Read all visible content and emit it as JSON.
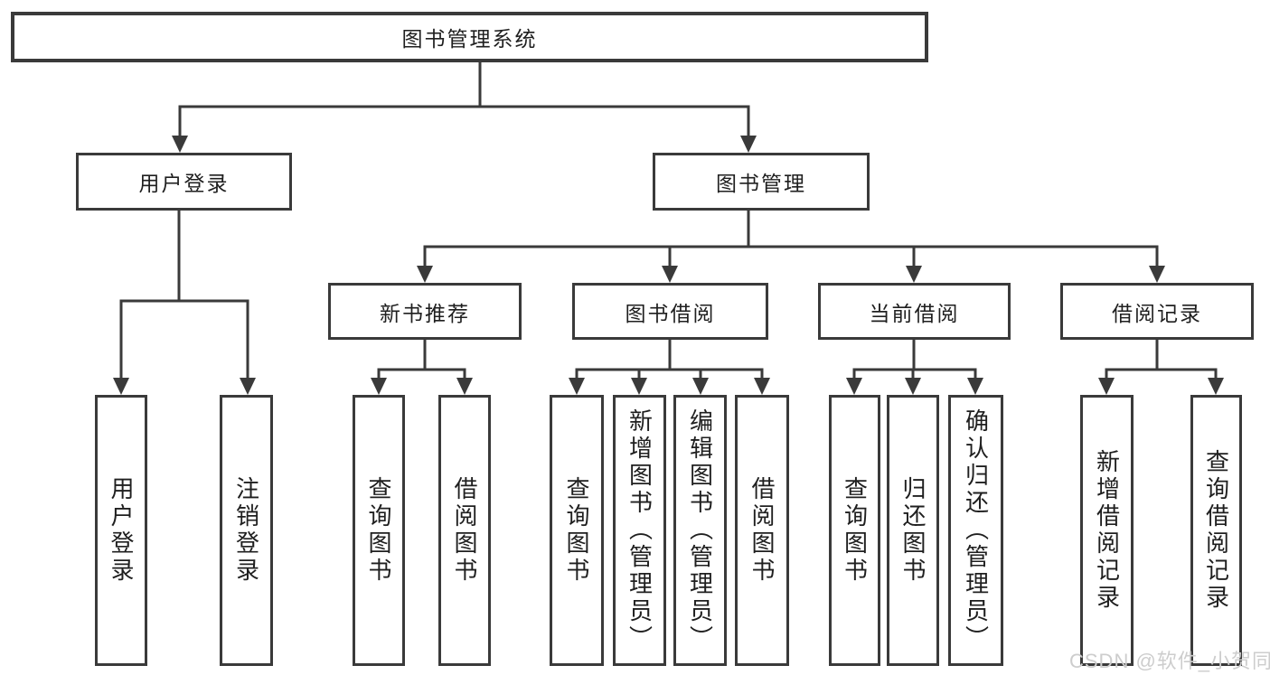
{
  "root": {
    "label": "图书管理系统"
  },
  "branches": {
    "user_login": {
      "label": "用户登录"
    },
    "book_mgmt": {
      "label": "图书管理"
    }
  },
  "modules": {
    "new_rec": {
      "label": "新书推荐"
    },
    "borrowing": {
      "label": "图书借阅"
    },
    "current": {
      "label": "当前借阅"
    },
    "records": {
      "label": "借阅记录"
    }
  },
  "functions": {
    "login": "用户登录",
    "logout": "注销登录",
    "rec_query": "查询图书",
    "rec_borrow": "借阅图书",
    "bor_query": "查询图书",
    "bor_add": "新增图书（管理员）",
    "bor_edit": "编辑图书（管理员）",
    "bor_lend": "借阅图书",
    "cur_query": "查询图书",
    "cur_return": "归还图书",
    "cur_confirm": "确认归还（管理员）",
    "log_add": "新增借阅记录",
    "log_query": "查询借阅记录"
  },
  "watermark": {
    "text": "CSDN @软件_小贺同学",
    "color": "#cdcdcd"
  },
  "colors": {
    "line": "#3a3a3a",
    "text": "#1f1f1f",
    "background": "#ffffff"
  }
}
